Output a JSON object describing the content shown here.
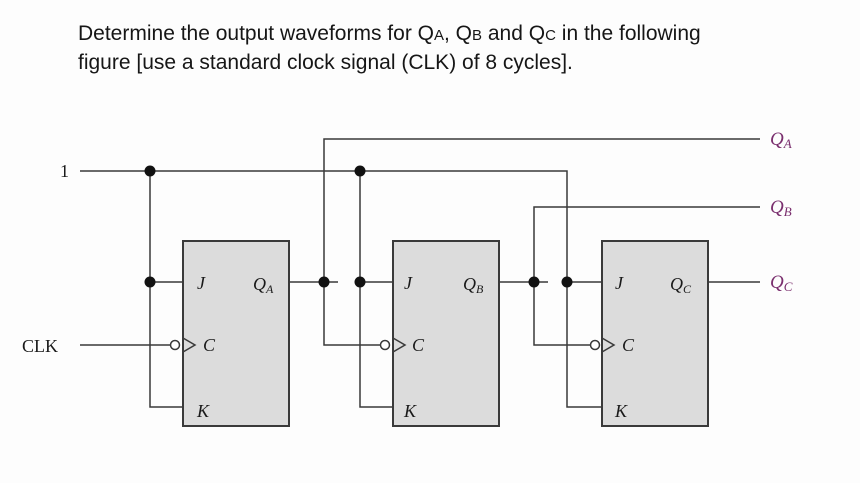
{
  "question": {
    "line1_pre": "Determine the output waveforms for Q",
    "sub_a": "A",
    "sep1": ", Q",
    "sub_b": "B",
    "sep2": " and Q",
    "sub_c": "C",
    "line1_post": " in the following",
    "line2": "figure [use a standard clock signal (CLK) of 8 cycles]."
  },
  "inputs": {
    "one": "1",
    "clk": "CLK"
  },
  "flipflops": [
    {
      "j": "J",
      "k": "K",
      "c": "C",
      "q": "Q",
      "q_sub": "A"
    },
    {
      "j": "J",
      "k": "K",
      "c": "C",
      "q": "Q",
      "q_sub": "B"
    },
    {
      "j": "J",
      "k": "K",
      "c": "C",
      "q": "Q",
      "q_sub": "C"
    }
  ],
  "outputs": [
    {
      "q": "Q",
      "sub": "A"
    },
    {
      "q": "Q",
      "sub": "B"
    },
    {
      "q": "Q",
      "sub": "C"
    }
  ],
  "colors": {
    "output_label": "#7a2f6e",
    "ff_fill": "#dcdcdc",
    "wire": "#3a3a3a"
  }
}
